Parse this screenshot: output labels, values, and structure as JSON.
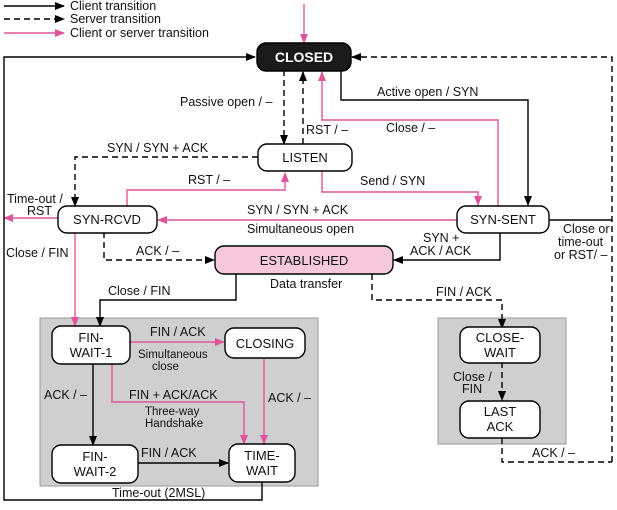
{
  "legend": {
    "client": "Client transition",
    "server": "Server transition",
    "both": "Client or server transition"
  },
  "colors": {
    "client": "#000000",
    "server": "#000000",
    "both": "#e0559a",
    "closed_fill": "#1a1a1a",
    "established_fill": "#f6c8dc",
    "group_fill": "#cfcfcf"
  },
  "states": {
    "closed": "CLOSED",
    "listen": "LISTEN",
    "syn_rcvd": "SYN-RCVD",
    "syn_sent": "SYN-SENT",
    "established": "ESTABLISHED",
    "fin_wait_1": [
      "FIN-",
      "WAIT-1"
    ],
    "closing": "CLOSING",
    "fin_wait_2": [
      "FIN-",
      "WAIT-2"
    ],
    "time_wait": [
      "TIME-",
      "WAIT"
    ],
    "close_wait": [
      "CLOSE-",
      "WAIT"
    ],
    "last_ack": [
      "LAST",
      "ACK"
    ]
  },
  "labels": {
    "passive_open": "Passive open / –",
    "active_open": "Active open / SYN",
    "rst": "RST / –",
    "close_dash": "Close / –",
    "syn_synack_listen": "SYN / SYN + ACK",
    "rst_listen": "RST / –",
    "send_syn": "Send / SYN",
    "timeout": "Time-out /",
    "timeout_rst": "RST",
    "syn_synack_mid": "SYN / SYN + ACK",
    "simultaneous_open": "Simultaneous open",
    "close_or": "Close or",
    "time_out_dash": "time-out",
    "or_rst": "or RST/ –",
    "close_fin_left": "Close / FIN",
    "ack_dash_est": "ACK / –",
    "syn_plus": "SYN +",
    "ack_ack": "ACK / ACK",
    "data_transfer": "Data transfer",
    "close_fin_est": "Close / FIN",
    "fin_ack_right": "FIN / ACK",
    "fin_ack_closing": "FIN / ACK",
    "simultaneous": "Simultaneous",
    "close_word": "close",
    "ack_dash_fw1": "ACK / –",
    "fin_ack_ack": "FIN + ACK/ACK",
    "three_way": "Three-way",
    "handshake": "Handshake",
    "ack_dash_closing": "ACK / –",
    "fin_ack_fw2": "FIN / ACK",
    "timeout_2msl": "Time-out (2MSL)",
    "close_slash": "Close /",
    "fin": "FIN",
    "ack_dash_last": "ACK / –"
  }
}
